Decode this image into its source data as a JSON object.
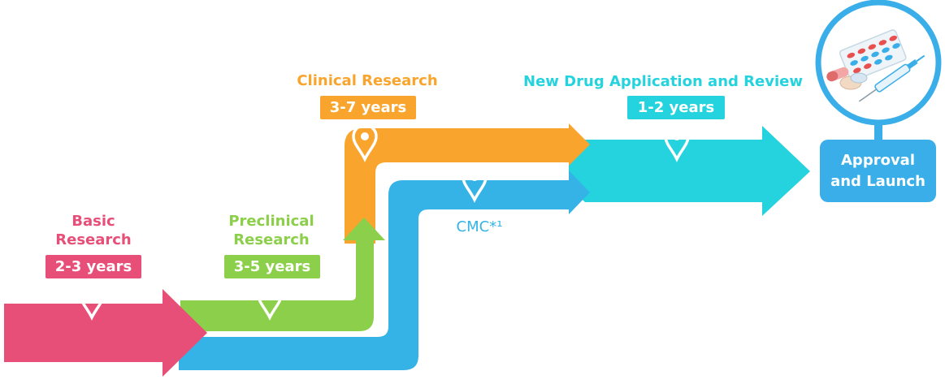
{
  "colors": {
    "basic": "#e84f78",
    "preclinical": "#8ccf4a",
    "clinical": "#f9a52d",
    "cmc": "#35b3e6",
    "nda": "#24d3dd",
    "final": "#3aaee8"
  },
  "stages": {
    "basic": {
      "title_line1": "Basic",
      "title_line2": "Research",
      "duration": "2-3 years"
    },
    "preclinical": {
      "title_line1": "Preclinical",
      "title_line2": "Research",
      "duration": "3-5 years"
    },
    "clinical": {
      "title": "Clinical Research",
      "duration": "3-7 years"
    },
    "nda": {
      "title": "New Drug Application and Review",
      "duration": "1-2 years"
    },
    "cmc": {
      "title": "CMC*¹"
    }
  },
  "final": {
    "line1": "Approval",
    "line2": "and Launch",
    "icon": "medicine-icon"
  },
  "icons": {
    "marker": "map-pin-icon"
  }
}
